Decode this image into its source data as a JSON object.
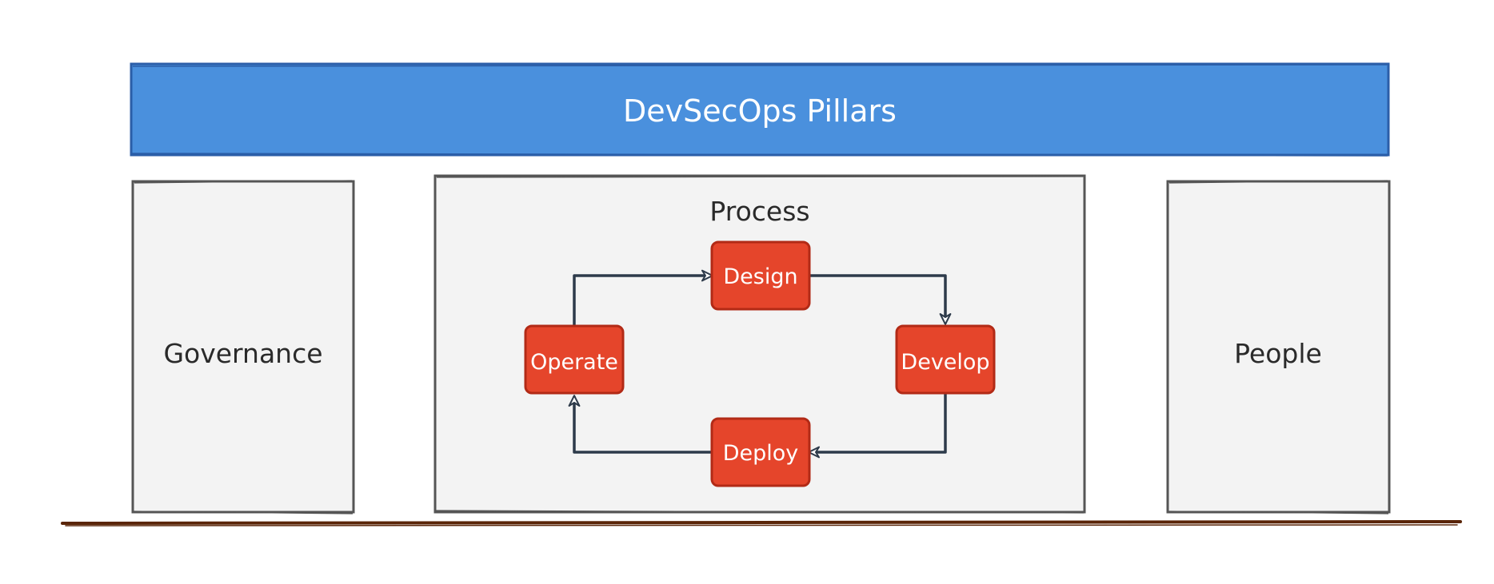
{
  "title": "DevSecOps Pillars",
  "pillars": {
    "left": "Governance",
    "center": "Process",
    "right": "People"
  },
  "process_steps": {
    "design": "Design",
    "develop": "Develop",
    "deploy": "Deploy",
    "operate": "Operate"
  },
  "colors": {
    "banner_fill": "#4a90dd",
    "banner_stroke": "#2b5ea8",
    "pillar_fill": "#f3f3f3",
    "pillar_stroke": "#555555",
    "step_fill": "#e5452b",
    "step_stroke": "#b22a16",
    "arrow": "#2d3a4a",
    "base_line": "#5a2508"
  }
}
